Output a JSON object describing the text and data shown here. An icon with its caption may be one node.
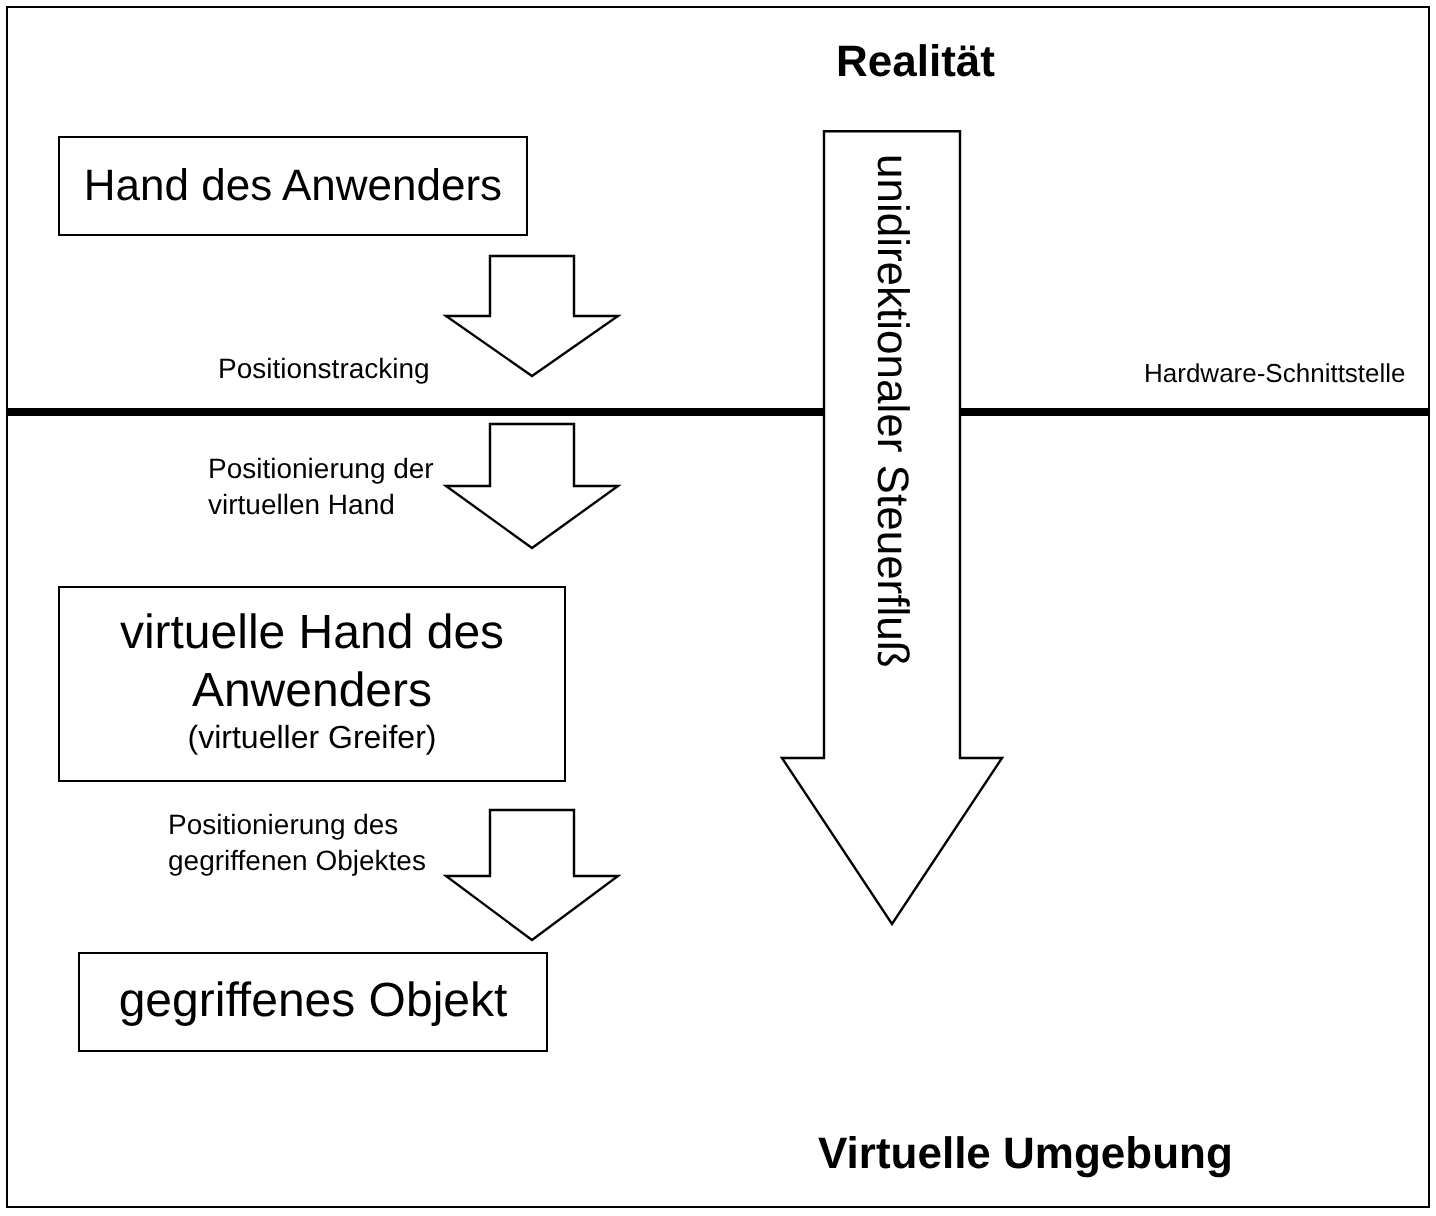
{
  "diagram": {
    "title": "Realität",
    "nodes": [
      {
        "text": [
          "Hand des Anwenders"
        ]
      },
      {
        "text": [
          "virtuelle Hand des Anwenders",
          "(virtueller Greifer)"
        ]
      },
      {
        "text": [
          "gegriffenes Objekt"
        ]
      },
      {
        "text": [],
        "shape": "bar"
      },
      {
        "text": [
          "unidirektionaler Steuerfluß"
        ]
      }
    ],
    "edges": [
      {
        "from": 0,
        "to": 3,
        "arrow": "to",
        "label": "Positionstracking"
      },
      {
        "from": 3,
        "to": 1,
        "arrow": "to",
        "label": "Positionierung der virtuellen Hand"
      },
      {
        "from": 1,
        "to": 2,
        "arrow": "to",
        "label": "Positionierung des gegriffenen Objektes"
      }
    ],
    "labels": [
      "Hardware-Schnittstelle",
      "Virtuelle Umgebung"
    ]
  }
}
